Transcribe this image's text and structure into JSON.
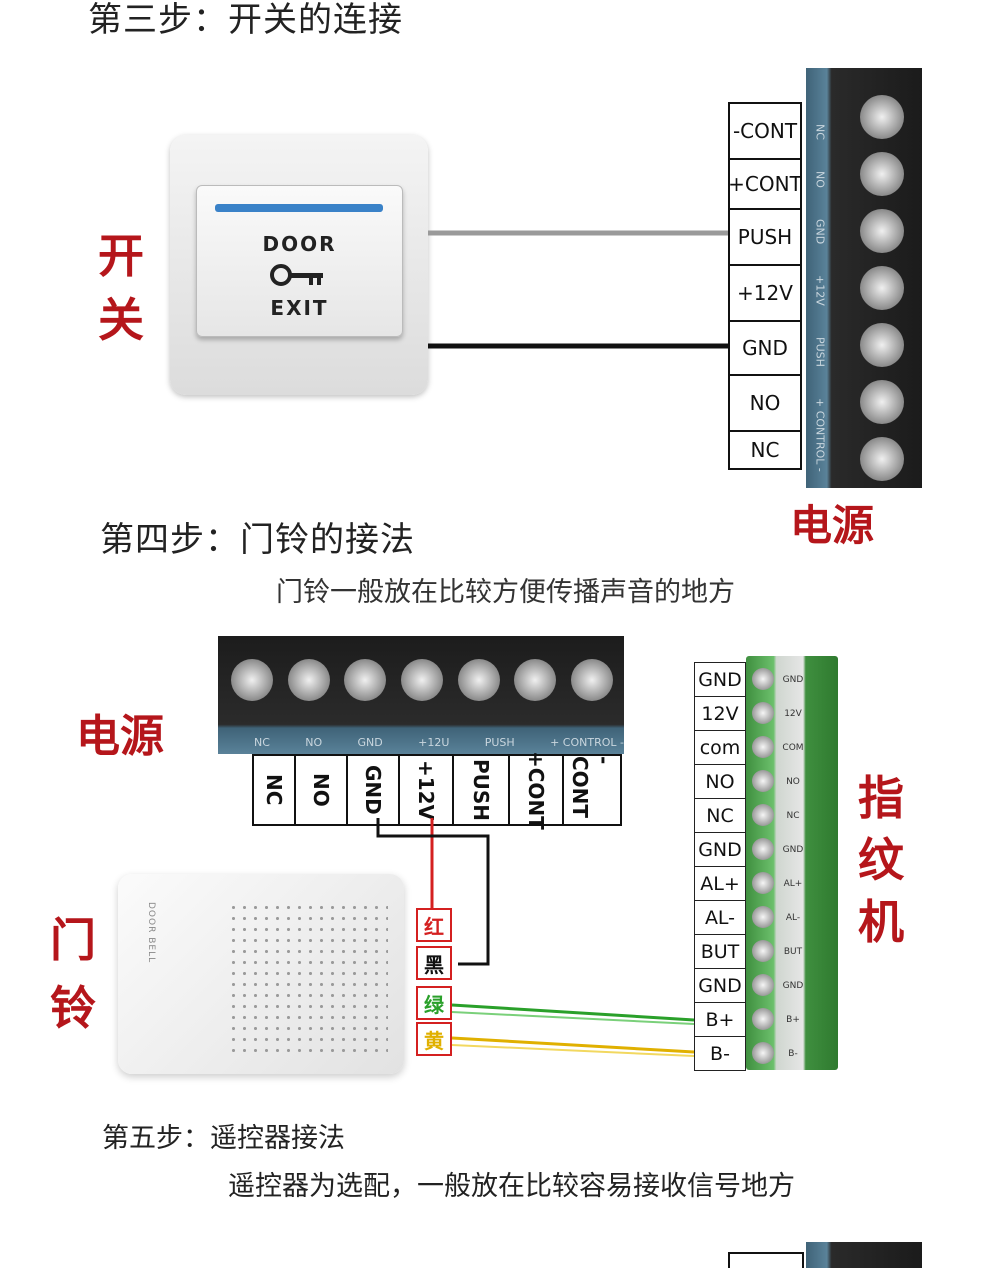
{
  "step3": {
    "heading": "第三步：开关的连接",
    "switch_label": [
      "开",
      "关"
    ],
    "button_text": {
      "top": "DOOR",
      "bottom": "EXIT"
    },
    "power_terminals": [
      "-CONT",
      "+CONT",
      "PUSH",
      "+12V",
      "GND",
      "NO",
      "NC"
    ],
    "board_silk": [
      "NC",
      "NO",
      "GND",
      "+12V",
      "PUSH",
      "+ CONTROL -"
    ],
    "power_label": "电源"
  },
  "step4": {
    "heading": "第四步：门铃的接法",
    "subheading": "门铃一般放在比较方便传播声音的地方",
    "power_label": "电源",
    "board_silk": [
      "NC",
      "NO",
      "GND",
      "+12U",
      "PUSH",
      "+ CONTROL -"
    ],
    "power_terminals": [
      "NC",
      "NO",
      "GND",
      "+12V",
      "PUSH",
      "+CONT",
      "-CONT"
    ],
    "doorbell_label": [
      "门",
      "铃"
    ],
    "doorbell_text": "DOOR BELL",
    "wire_colors": [
      {
        "label": "红",
        "color": "#d42020"
      },
      {
        "label": "黑",
        "color": "#111111"
      },
      {
        "label": "绿",
        "color": "#2aa02a"
      },
      {
        "label": "黄",
        "color": "#e0b000"
      }
    ],
    "fingerprint_terminals": [
      "GND",
      "12V",
      "com",
      "NO",
      "NC",
      "GND",
      "AL+",
      "AL-",
      "BUT",
      "GND",
      "B+",
      "B-"
    ],
    "fingerprint_small": [
      "GND",
      "12V",
      "COM",
      "NO",
      "NC",
      "GND",
      "AL+",
      "AL-",
      "BUT",
      "GND",
      "B+",
      "B-"
    ],
    "fingerprint_label": [
      "指",
      "纹",
      "机"
    ]
  },
  "step5": {
    "heading": "第五步：遥控器接法",
    "subheading": "遥控器为选配，一般放在比较容易接收信号地方"
  }
}
